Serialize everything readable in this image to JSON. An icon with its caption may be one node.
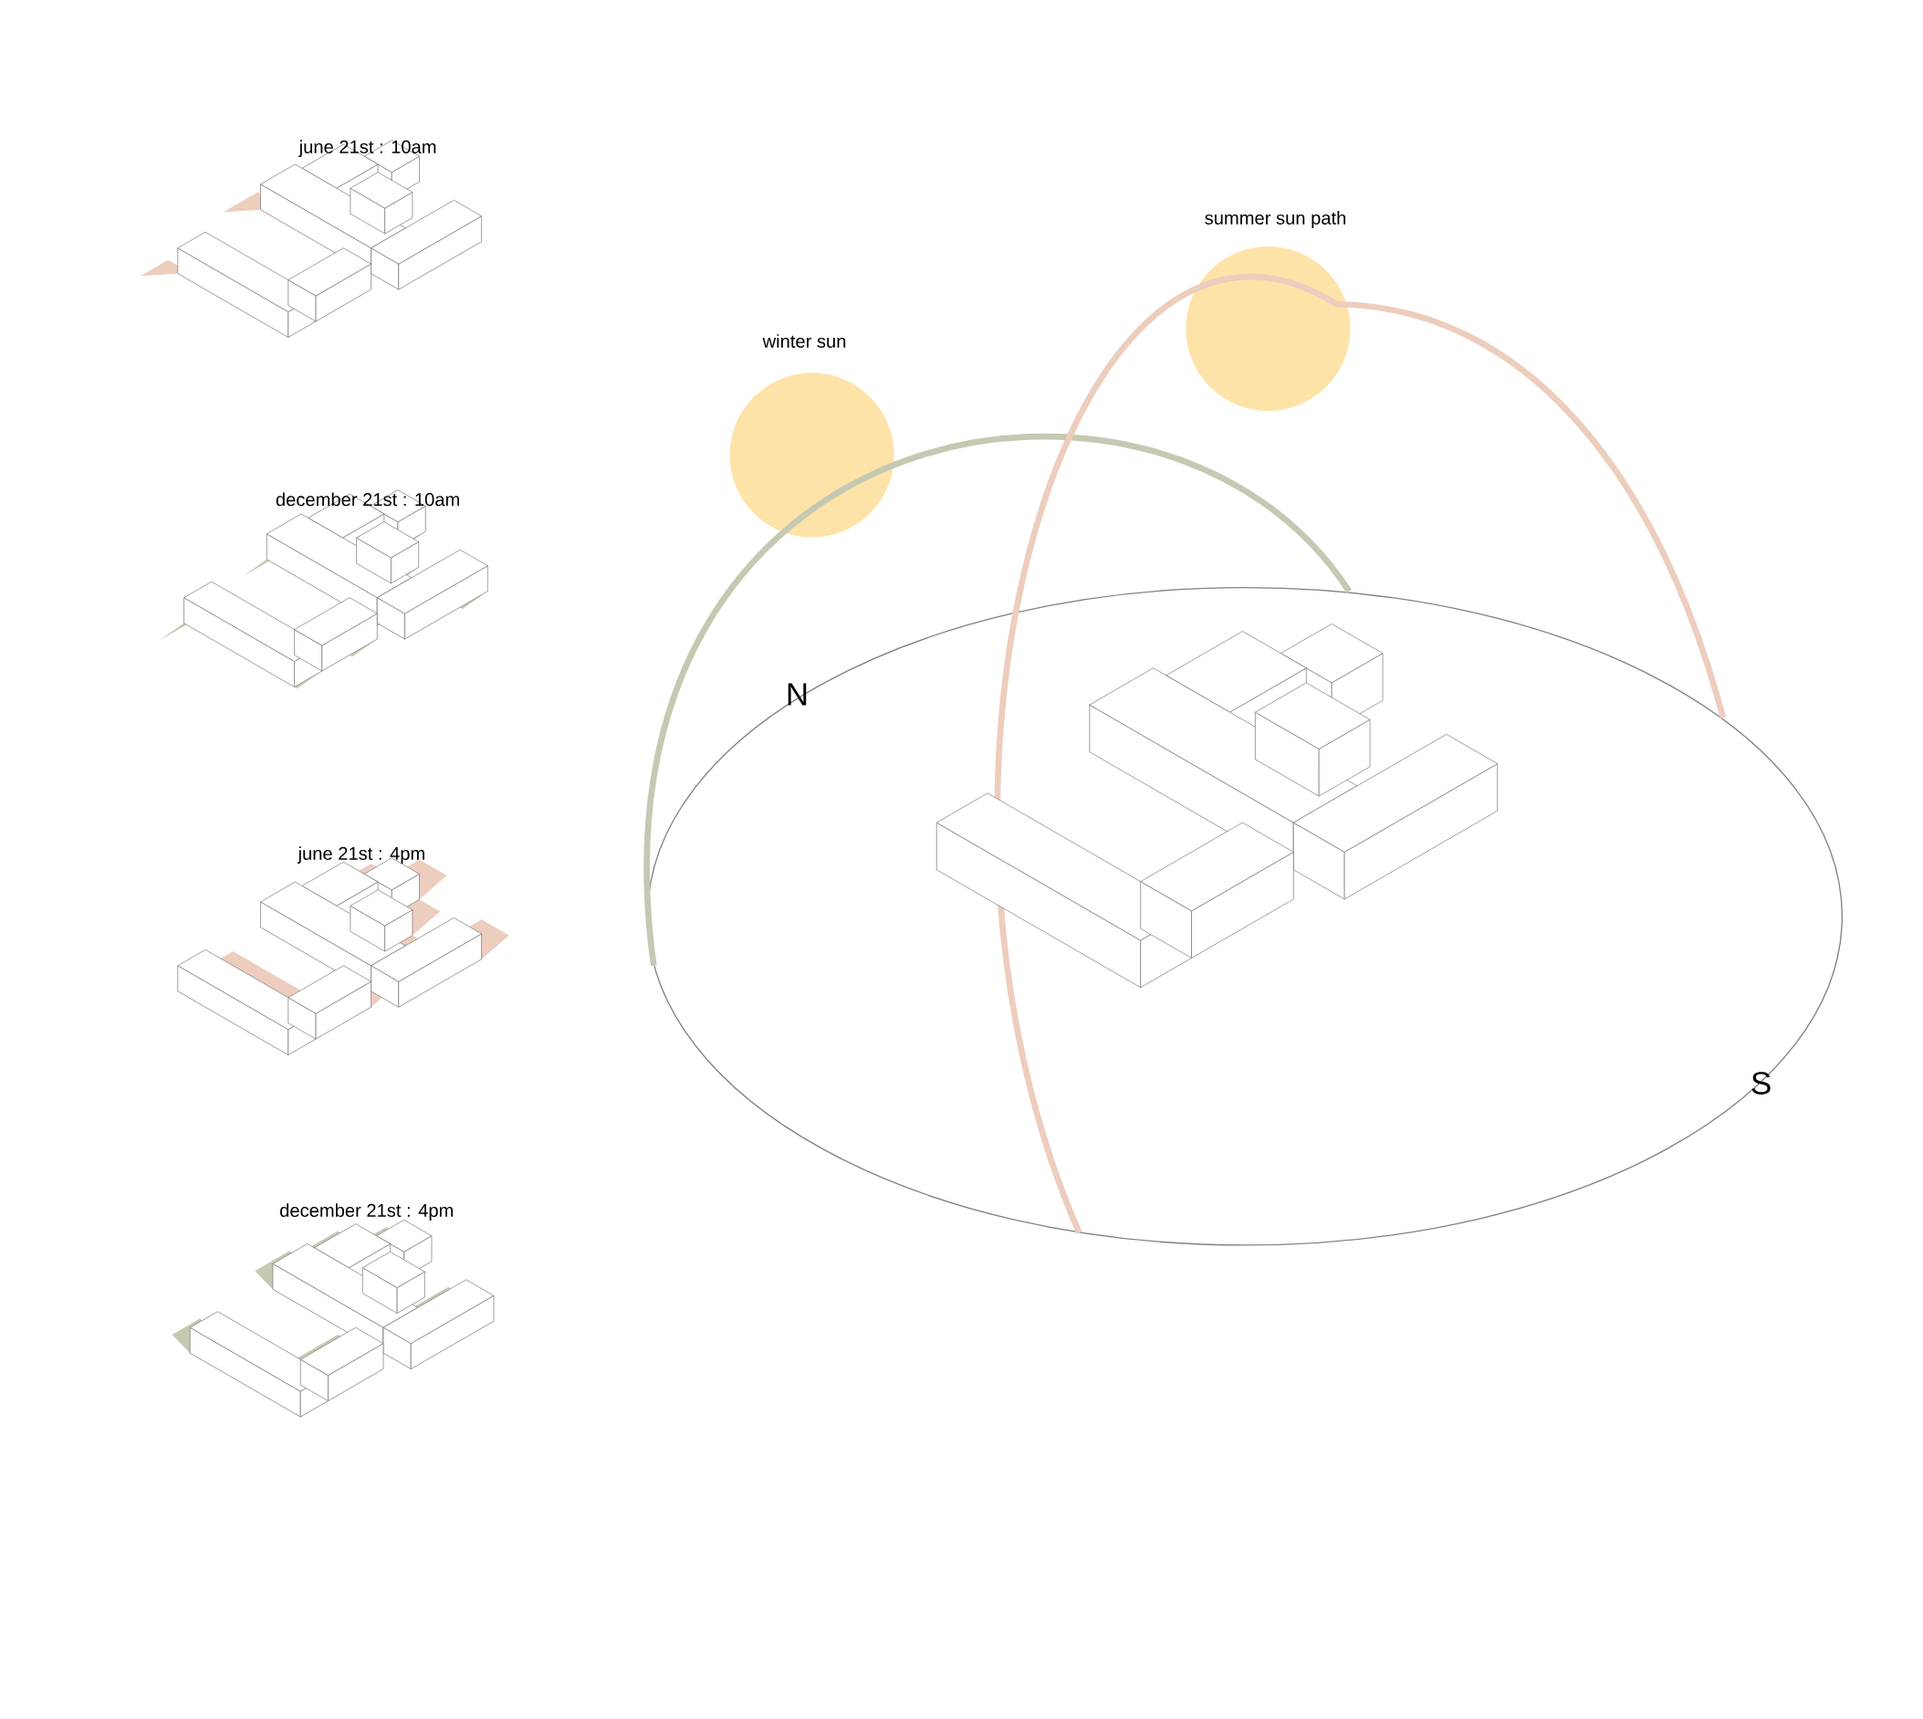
{
  "diagram": {
    "nodes": [
      {
        "text": [
          "summer sun path"
        ]
      },
      {
        "text": [
          "winter sun"
        ]
      }
    ],
    "labels": [
      "june 21st : 10am",
      "december 21st : 10am",
      "N",
      "june 21st : 4pm",
      "S",
      "december 21st : 4pm"
    ]
  }
}
